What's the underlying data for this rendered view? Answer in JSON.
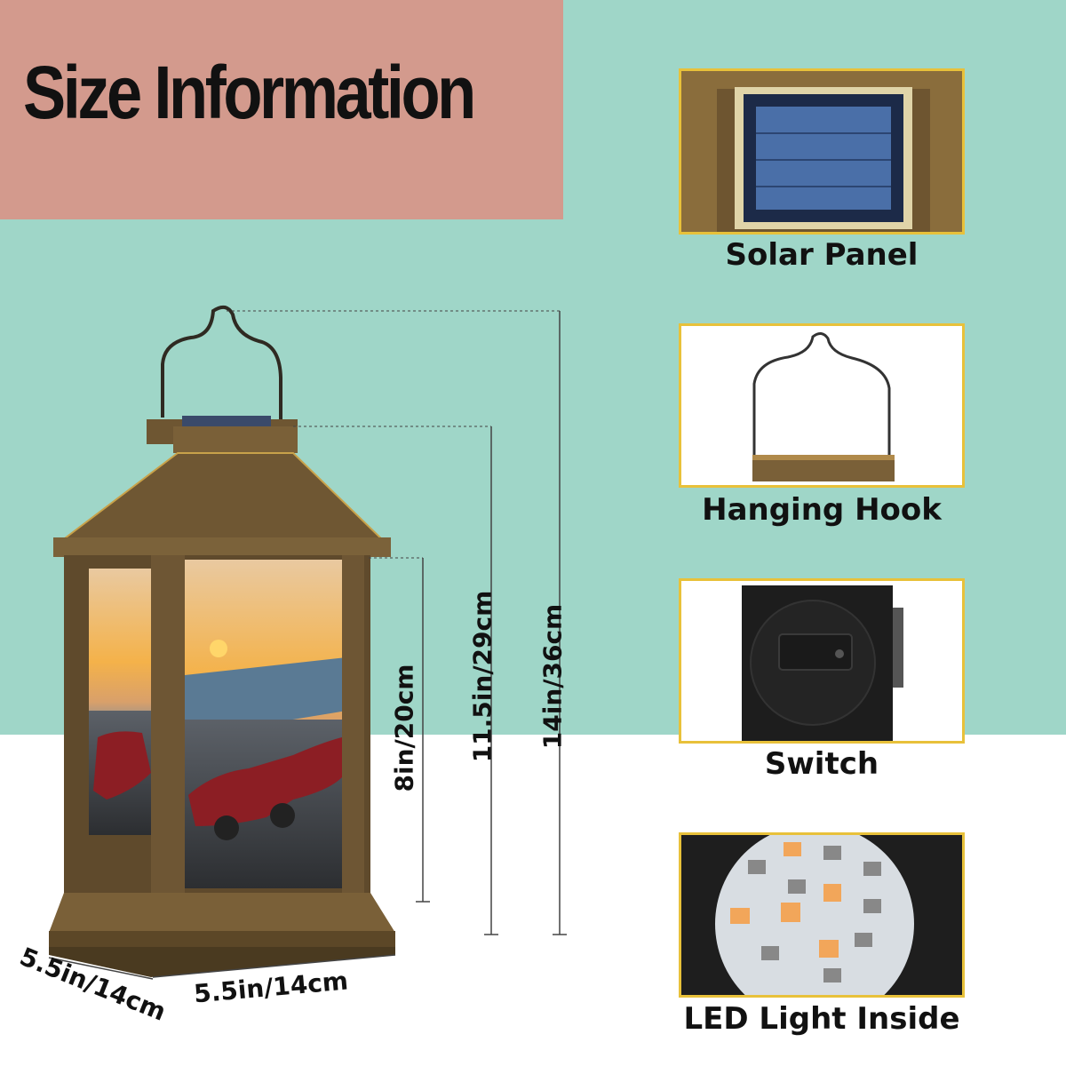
{
  "title": "Size Information",
  "colors": {
    "background": "#9fd6c8",
    "title_block": "#d39a8d",
    "panel_border": "#e8c13a",
    "bronze": "#8a6a3a"
  },
  "dimensions": {
    "height_total": "14in/36cm",
    "height_body": "11.5in/29cm",
    "height_window": "8in/20cm",
    "width_front": "5.5in/14cm",
    "width_side": "5.5in/14cm"
  },
  "features": [
    {
      "caption": "Solar Panel",
      "icon": "solar-panel-icon"
    },
    {
      "caption": "Hanging Hook",
      "icon": "hook-icon"
    },
    {
      "caption": "Switch",
      "icon": "switch-icon"
    },
    {
      "caption": "LED Light Inside",
      "icon": "led-icon"
    }
  ]
}
